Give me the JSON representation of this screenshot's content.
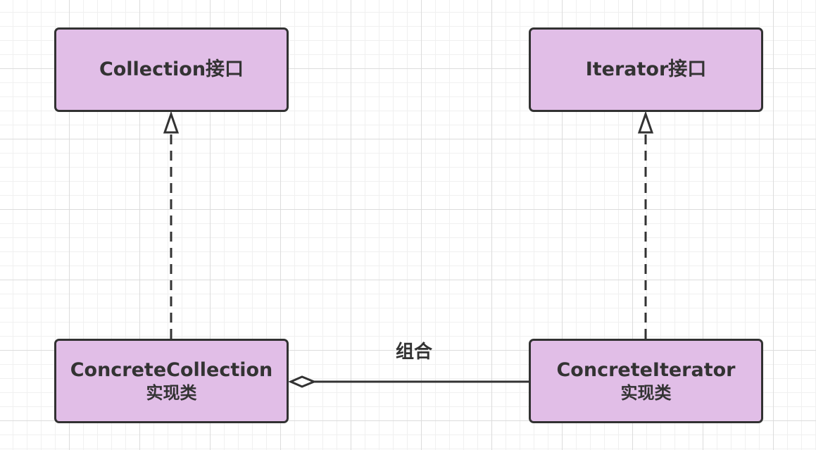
{
  "diagram": {
    "nodes": {
      "collection_interface": {
        "label": "Collection接口"
      },
      "iterator_interface": {
        "label": "Iterator接口"
      },
      "concrete_collection": {
        "label": "ConcreteCollection",
        "sublabel": "实现类"
      },
      "concrete_iterator": {
        "label": "ConcreteIterator",
        "sublabel": "实现类"
      }
    },
    "edges": {
      "aggregation_label": "组合"
    }
  },
  "colors": {
    "box_fill": "#e1bee7",
    "box_border": "#323232",
    "line": "#333333",
    "text": "#333333"
  }
}
